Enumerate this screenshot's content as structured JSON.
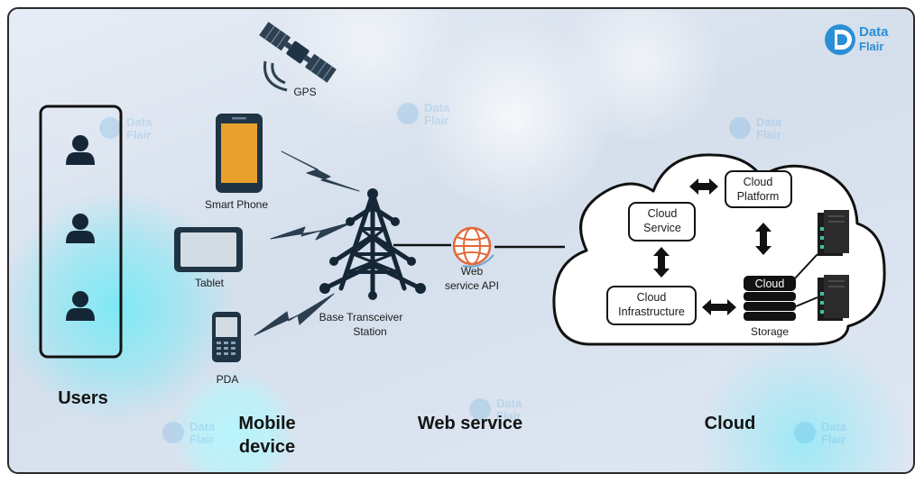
{
  "logo": {
    "line1": "Data",
    "line2": "Flair",
    "color": "#2a8fd6"
  },
  "watermark": {
    "line1": "Data",
    "line2": "Flair"
  },
  "gps": {
    "label": "GPS"
  },
  "devices": {
    "smartphone": "Smart Phone",
    "tablet": "Tablet",
    "pda": "PDA"
  },
  "tower": {
    "line1": "Base Transceiver",
    "line2": "Station"
  },
  "web_api": {
    "line1": "Web",
    "line2": "service API"
  },
  "cloud": {
    "service": {
      "line1": "Cloud",
      "line2": "Service"
    },
    "platform": {
      "line1": "Cloud",
      "line2": "Platform"
    },
    "infrastructure": {
      "line1": "Cloud",
      "line2": "Infrastructure"
    },
    "storage_disk": "Cloud",
    "storage": "Storage"
  },
  "sections": {
    "users": "Users",
    "mobile_line1": "Mobile",
    "mobile_line2": "device",
    "web": "Web service",
    "cloud": "Cloud"
  },
  "colors": {
    "ink": "#1f3445",
    "phone_screen": "#e9a02c",
    "tablet_screen": "#d3dbe3",
    "globe": "#e2693a"
  }
}
